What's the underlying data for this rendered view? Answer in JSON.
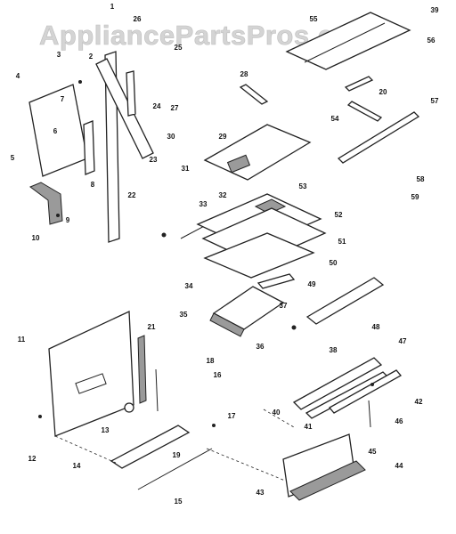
{
  "watermark": "AppliancePartsPros.com",
  "callouts": [
    "1",
    "2",
    "3",
    "4",
    "5",
    "6",
    "7",
    "8",
    "9",
    "10",
    "11",
    "12",
    "13",
    "14",
    "15",
    "16",
    "17",
    "18",
    "19",
    "20",
    "21",
    "22",
    "23",
    "24",
    "25",
    "26",
    "27",
    "28",
    "29",
    "30",
    "31",
    "32",
    "33",
    "34",
    "35",
    "36",
    "37",
    "38",
    "39",
    "40",
    "41",
    "42",
    "43",
    "44",
    "45",
    "46",
    "47",
    "48",
    "49",
    "50",
    "51",
    "52",
    "53",
    "54",
    "55",
    "56",
    "57",
    "58",
    "59"
  ]
}
